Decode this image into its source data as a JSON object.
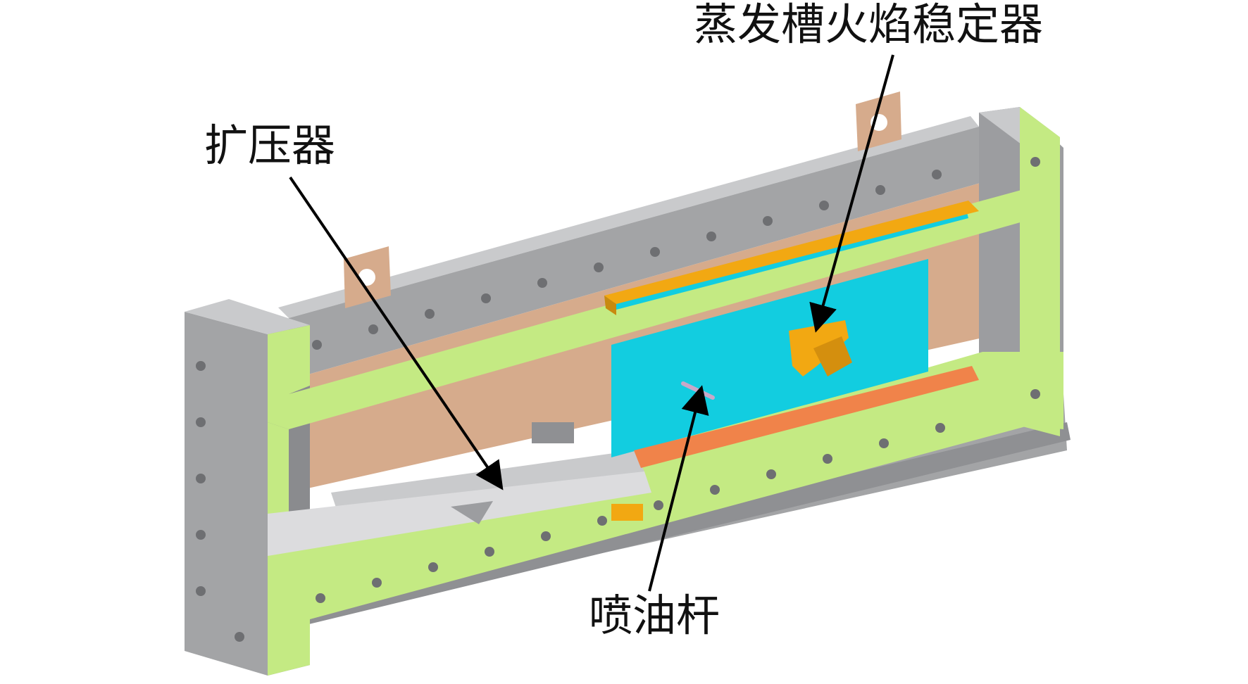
{
  "labels": {
    "stabilizer": "蒸发槽火焰稳定器",
    "diffuser": "扩压器",
    "injector": "喷油杆"
  },
  "colors": {
    "background": "#ffffff",
    "steel": "#a3a4a6",
    "steel_dark": "#7c7d80",
    "steel_light": "#c9cacc",
    "section_face": "#c4ea83",
    "copper": "#d6ab8c",
    "cyan_window": "#12cde0",
    "stabilizer_gold": "#f2a812",
    "bottom_strip": "#f0834a",
    "arrow": "#000000"
  }
}
